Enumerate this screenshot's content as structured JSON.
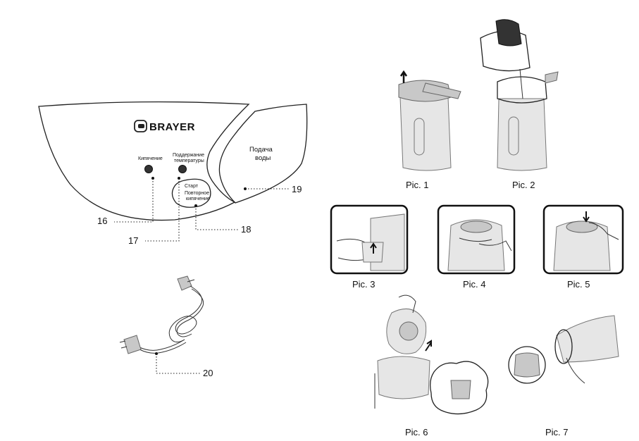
{
  "panel": {
    "brand": "BRAYER",
    "boil_label": "Кипячение",
    "keep_warm_label_line1": "Поддержание",
    "keep_warm_label_line2": "температуры",
    "start_label": "Старт",
    "reboil_label_line1": "Повторное",
    "reboil_label_line2": "кипячение",
    "dispense_label_line1": "Подача",
    "dispense_label_line2": "воды"
  },
  "callouts": {
    "boil": "16",
    "keep_warm": "17",
    "reboil": "18",
    "dispense": "19",
    "power_cord": "20"
  },
  "captions": {
    "pic1": "Pic. 1",
    "pic2": "Pic. 2",
    "pic3": "Pic. 3",
    "pic4": "Pic. 4",
    "pic5": "Pic. 5",
    "pic6": "Pic. 6",
    "pic7": "Pic. 7"
  }
}
